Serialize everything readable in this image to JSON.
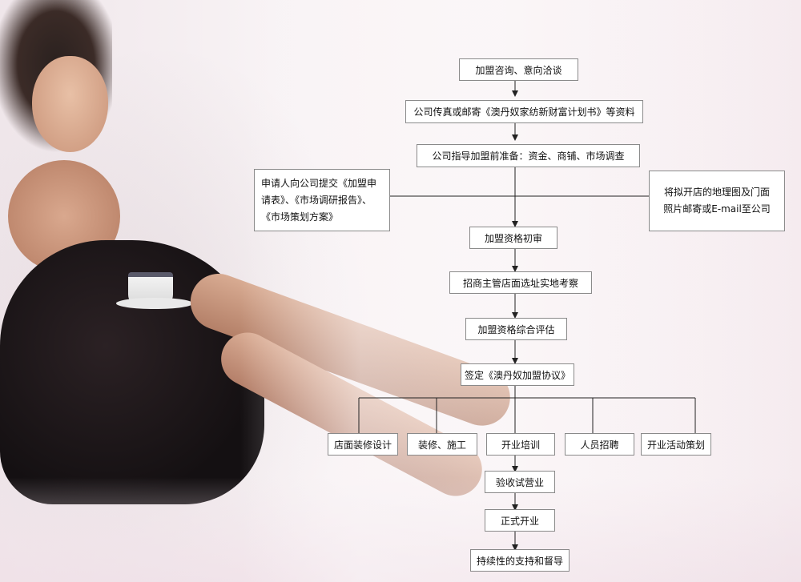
{
  "flow": {
    "step1": "加盟咨询、意向洽谈",
    "step2": "公司传真或邮寄《澳丹奴家纺新财富计划书》等资料",
    "step3": "公司指导加盟前准备：资金、商铺、市场调查",
    "side_left": "申请人向公司提交《加盟申请表》、《市场调研报告》、《市场策划方案》",
    "side_right": "将拟开店的地理图及门面照片邮寄或E-mail至公司",
    "step4": "加盟资格初审",
    "step5": "招商主管店面选址实地考察",
    "step6": "加盟资格综合评估",
    "step7": "签定《澳丹奴加盟协议》",
    "branches": [
      "店面装修设计",
      "装修、施工",
      "开业培训",
      "人员招聘",
      "开业活动策划"
    ],
    "step8": "验收试营业",
    "step9": "正式开业",
    "step10": "持续性的支持和督导"
  }
}
